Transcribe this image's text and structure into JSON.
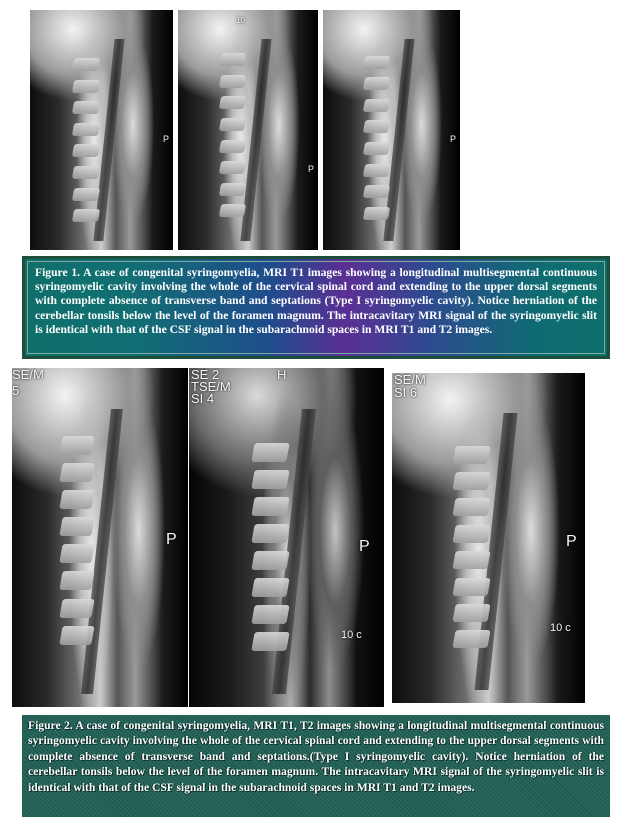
{
  "figure1": {
    "images": [
      {
        "overlays": [
          "P"
        ]
      },
      {
        "overlays": [
          "10",
          "P"
        ]
      },
      {
        "overlays": [
          "P"
        ]
      }
    ],
    "caption": "Figure 1. A case of congenital syringomyelia, MRI T1 images showing a longitudinal multisegmental continuous syringomyelic cavity involving the whole of the cervical spinal cord and extending to the upper dorsal segments with complete absence of transverse band and septations (Type I syringomyelic cavity). Notice herniation of the cerebellar tonsils below the level of the foramen magnum. The intracavitary MRI signal of the syringomyelic slit is identical with that of the CSF signal in the subarachnoid spaces in MRI T1 and T2 images."
  },
  "figure2": {
    "images": [
      {
        "overlays": [
          "SE/M",
          "5",
          "P"
        ]
      },
      {
        "overlays": [
          "SE 2",
          "TSE/M",
          "SI 4",
          "H",
          "P",
          "10 c"
        ]
      },
      {
        "overlays": [
          "SE/M",
          "SI 6",
          "P",
          "10 c"
        ]
      }
    ],
    "caption": "Figure 2. A case of congenital syringomyelia, MRI T1, T2 images showing a longitudinal multisegmental continuous syringomyelic cavity involving the whole of the cervical spinal cord and extending to the upper dorsal segments with complete absence of transverse band and septations.(Type I syringomyelic cavity). Notice herniation of the cerebellar tonsils below the level of the foramen magnum. The intracavitary MRI signal of the syringomyelic slit is identical with that of the CSF signal in the subarachnoid spaces in MRI T1 and T2 images."
  },
  "colors": {
    "caption1_border": "#1e4d3a",
    "caption1_gradient_mid": "#5a2f93",
    "caption2_background": "#1f5d52"
  }
}
